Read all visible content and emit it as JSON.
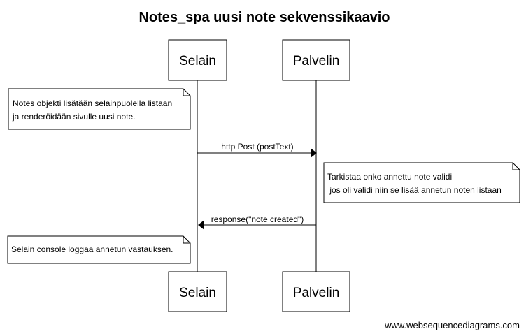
{
  "diagram": {
    "title": "Notes_spa uusi note sekvenssikaavio",
    "participants": [
      {
        "label": "Selain"
      },
      {
        "label": "Palvelin"
      }
    ],
    "notes": [
      {
        "lines": [
          "Notes objekti lisätään selainpuolella listaan",
          "ja renderöidään sivulle uusi note."
        ]
      },
      {
        "lines": [
          "Tarkistaa onko annettu note validi",
          " jos oli validi niin se lisää annetun noten listaan"
        ]
      },
      {
        "lines": [
          "Selain console loggaa annetun vastauksen."
        ]
      }
    ],
    "messages": [
      {
        "label": "http Post (postText)",
        "from": "Selain",
        "to": "Palvelin"
      },
      {
        "label": "response(\"note created\")",
        "from": "Palvelin",
        "to": "Selain"
      }
    ],
    "footer": "www.websequencediagrams.com"
  }
}
